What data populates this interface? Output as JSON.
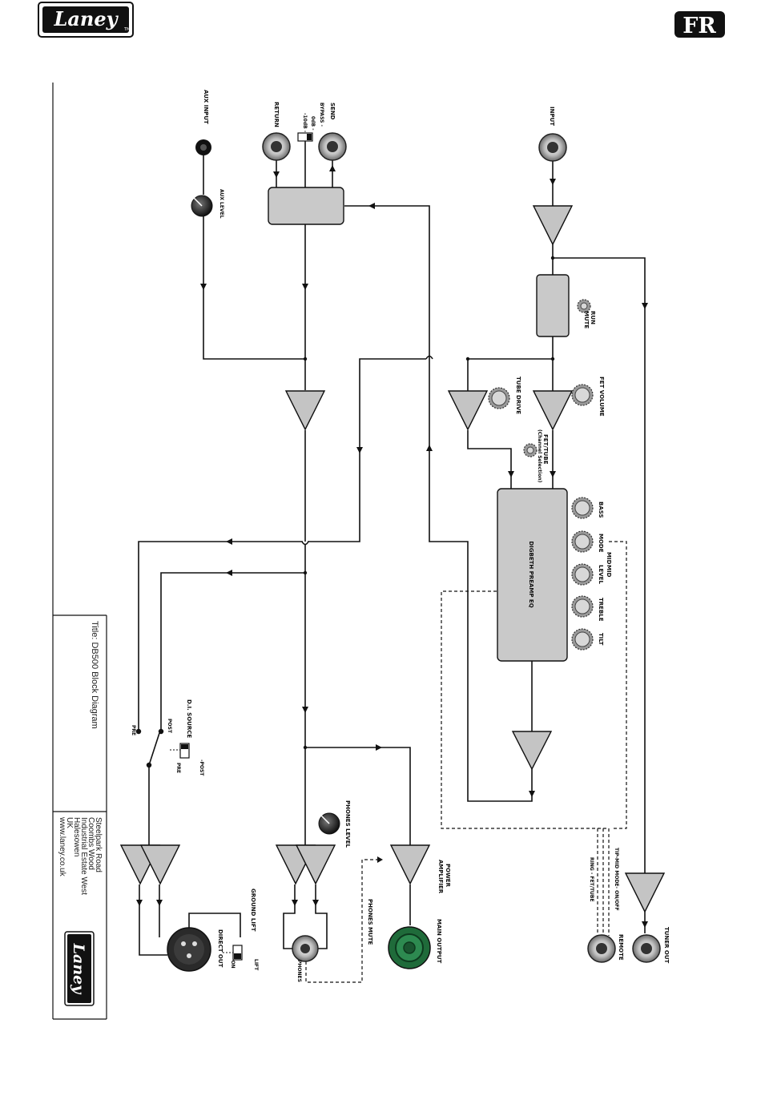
{
  "header": {
    "brand": "Laney",
    "language_badge": "FR"
  },
  "title_block": {
    "title": "Title: DB500 Block Diagram",
    "address": [
      "Steelpark Road",
      "Coombs Wood",
      "Industrial Estate West",
      "Halesowen",
      "UK",
      "www.laney.co.uk"
    ],
    "logo": "Laney"
  },
  "labels": {
    "input": "INPUT",
    "run_mute": [
      "RUN",
      "MUTE"
    ],
    "fet_volume": "FET VOLUME",
    "tube_drive": "TUBE DRIVE",
    "fet_tube": "FET/TUBE",
    "channel_selection": "(Channel Selection)",
    "bass": "BASS",
    "mid_mode": [
      "MID",
      "MODE"
    ],
    "mid_level": [
      "MID",
      "LEVEL"
    ],
    "treble": "TREBLE",
    "tilt": "TILT",
    "preamp_eq": "DIGBETH PREAMP EQ",
    "send": "SEND",
    "return": "RETURN",
    "bypass": "BYPASS -",
    "zero_db": "0dB -",
    "minus10db": "-10dB -",
    "aux_input": "AUX INPUT",
    "aux_level": "AUX LEVEL",
    "di_source": "D.I. SOURCE",
    "post": "POST",
    "pre": "PRE",
    "post_switch": "-POST",
    "pre_switch": "PRE",
    "phones_level": "PHONES LEVEL",
    "power_amplifier": [
      "POWER",
      "AMPLIFIER"
    ],
    "main_output": "MAIN OUTPUT",
    "phones_mute": "PHONES MUTE",
    "phones": "PHONES",
    "ground_lift": "GROUND LIFT",
    "lift": "LIFT",
    "on": "- ON",
    "direct_out": "DIRECT OUT",
    "tip_mid_mode": "TIP-MID MODE- ON/OFF",
    "ring_fet_tube": "RING - FET/TUBE",
    "remote": "REMOTE",
    "tuner_out": "TUNER OUT"
  },
  "icons": [
    "jack-socket-icon",
    "speakon-socket-icon",
    "xlr-socket-icon",
    "knob-icon",
    "toggle-switch-icon",
    "amplifier-triangle-icon"
  ],
  "colors": {
    "block_fill": "#c9c9c9",
    "speakon_green": "#1f6b3a",
    "ink": "#111111"
  }
}
